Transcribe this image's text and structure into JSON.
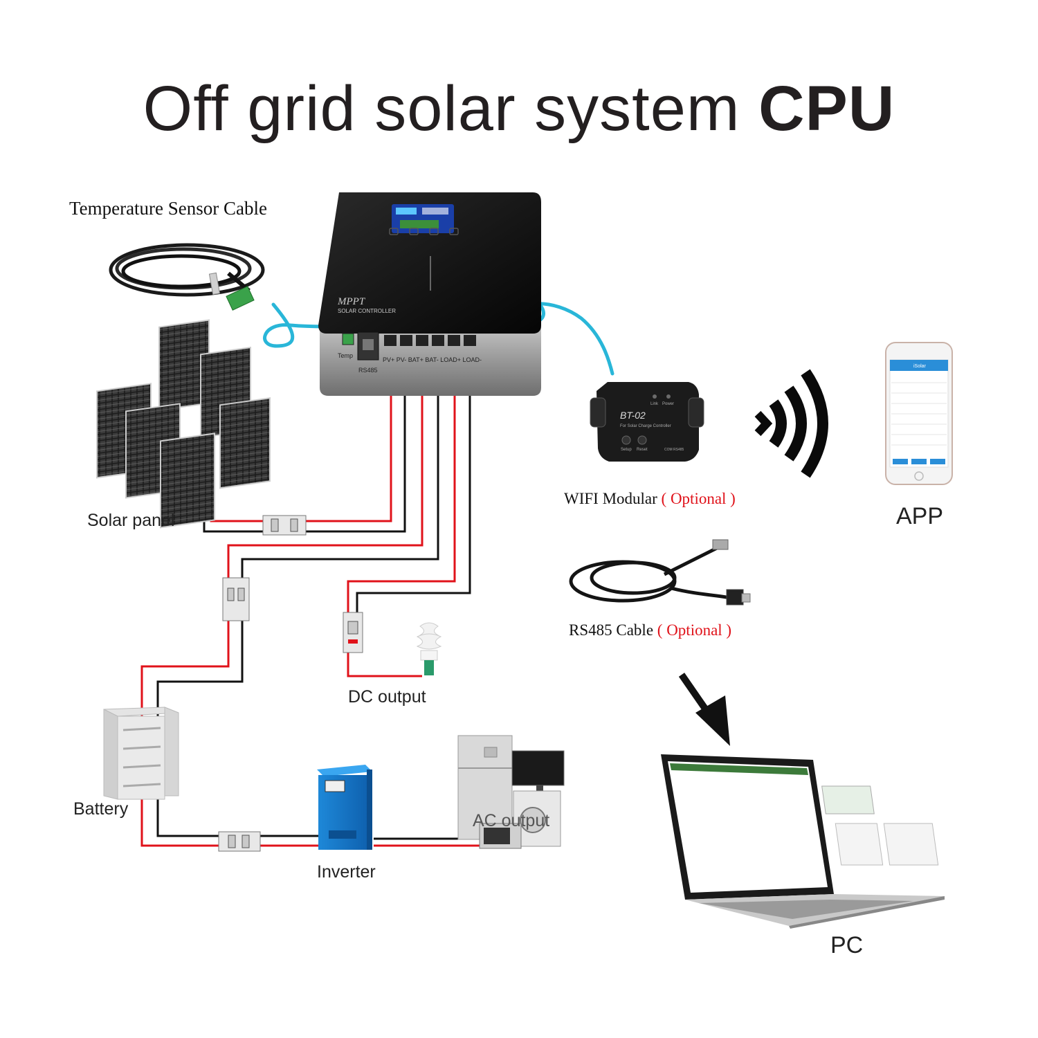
{
  "title": {
    "normal": "Off grid solar system ",
    "bold": "CPU"
  },
  "labels": {
    "temp_cable": "Temperature Sensor Cable",
    "solar_panel": "Solar panel",
    "battery": "Battery",
    "inverter": "Inverter",
    "dc_output": "DC output",
    "ac_output": "AC output",
    "wifi": "WIFI Modular ",
    "wifi_opt": "( Optional )",
    "rs485": "RS485 Cable  ",
    "rs485_opt": "( Optional )",
    "app": "APP",
    "pc": "PC"
  },
  "controller": {
    "brand": "MPPT",
    "subtitle": "SOLAR CONTROLLER",
    "ports": {
      "temp": "Temp",
      "rs485": "RS485",
      "terminals": "PV+  PV-  BAT+ BAT- LOAD+ LOAD-"
    }
  },
  "bt_module": {
    "model": "BT-02",
    "sub": "For Solar Charge Controller",
    "link": "Link",
    "power": "Power",
    "setup": "Setup",
    "reset": "Reset",
    "com": "COM RS485"
  },
  "phone": {
    "app_name": "iSolar"
  },
  "colors": {
    "positive_wire": "#e0121a",
    "negative_wire": "#111111",
    "signal_wire": "#29b6d8",
    "optional": "#e0121a"
  }
}
